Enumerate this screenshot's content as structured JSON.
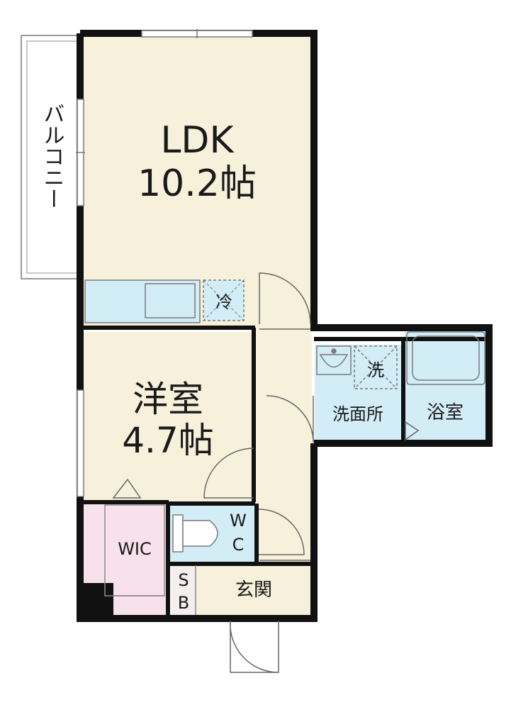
{
  "rooms": {
    "ldk": {
      "name": "LDK",
      "size": "10.2帖"
    },
    "western": {
      "name": "洋室",
      "size": "4.7帖"
    },
    "wic": {
      "name": "WIC"
    },
    "toilet": {
      "name_line1": "W",
      "name_line2": "C"
    },
    "entrance": {
      "name": "玄関"
    },
    "shoebox": {
      "name_line1": "S",
      "name_line2": "B"
    },
    "washroom": {
      "name": "洗面所"
    },
    "bathroom": {
      "name": "浴室"
    }
  },
  "balcony": {
    "name": "バルコニー"
  },
  "fixtures": {
    "fridge": "冷",
    "washer": "洗"
  },
  "colors": {
    "floor": "#f7f1dc",
    "wet_area": "#d3edf7",
    "closet": "#f7e1ea",
    "wall": "#111111",
    "shoebox": "#f4eeee"
  }
}
